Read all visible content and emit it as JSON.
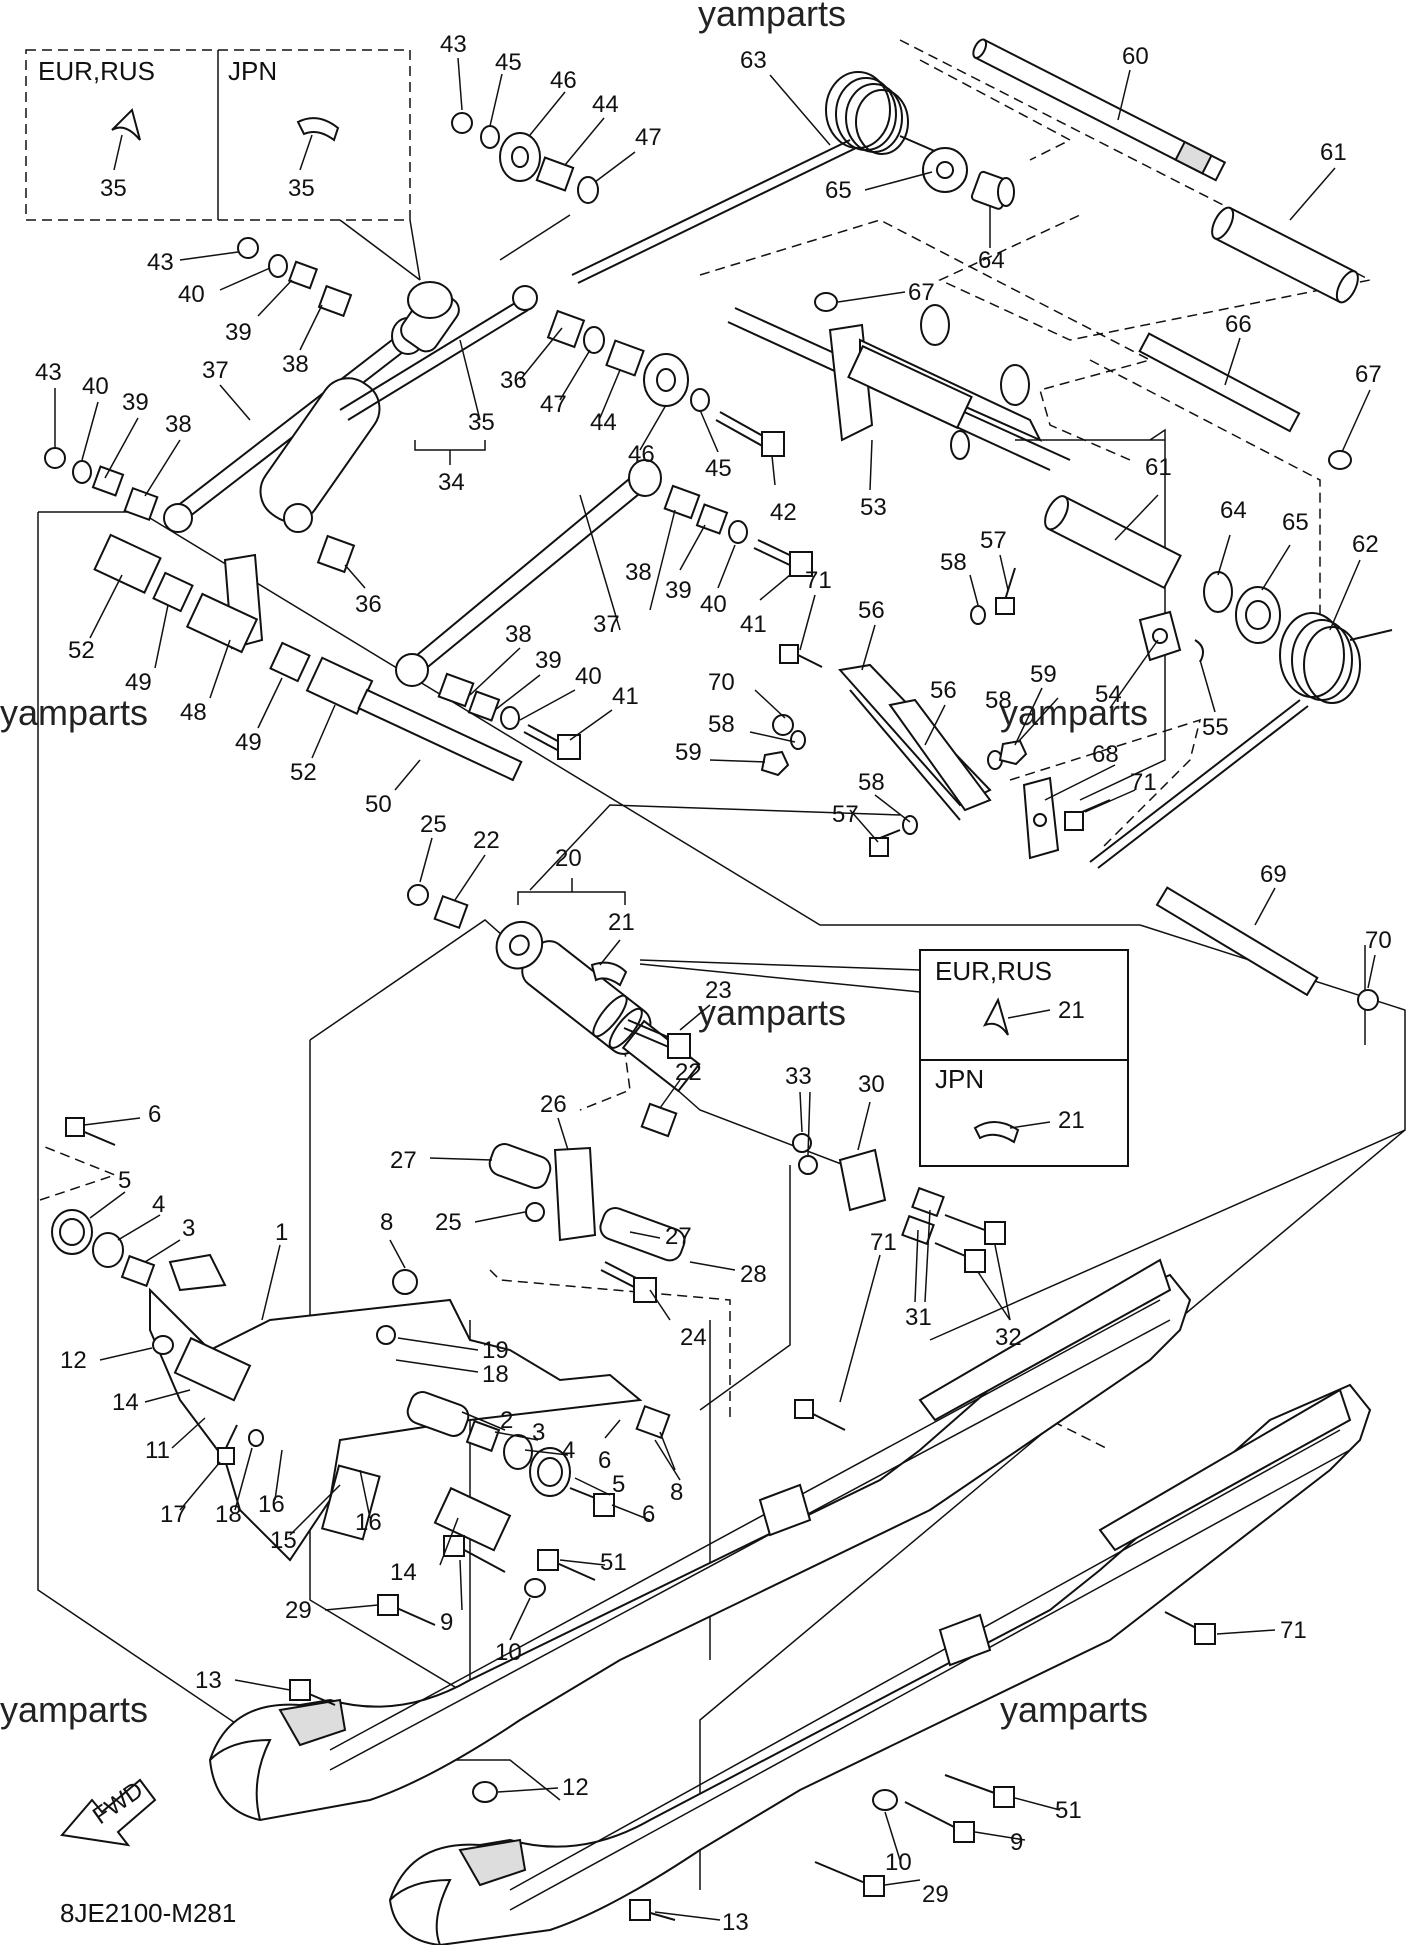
{
  "watermark": "yamparts",
  "diagram_code": "8JE2100-M281",
  "fwd_label": "FWD",
  "inset_top": {
    "left_title": "EUR,RUS",
    "right_title": "JPN",
    "part_left": "35",
    "part_right": "35"
  },
  "inset_mid": {
    "top_title": "EUR,RUS",
    "bottom_title": "JPN",
    "part_top": "21",
    "part_bottom": "21"
  },
  "callouts": [
    "1",
    "2",
    "3",
    "4",
    "5",
    "6",
    "8",
    "9",
    "10",
    "11",
    "12",
    "13",
    "14",
    "15",
    "16",
    "17",
    "18",
    "19",
    "20",
    "21",
    "22",
    "23",
    "24",
    "25",
    "26",
    "27",
    "28",
    "29",
    "30",
    "31",
    "32",
    "33",
    "34",
    "35",
    "36",
    "37",
    "38",
    "39",
    "40",
    "41",
    "42",
    "43",
    "44",
    "45",
    "46",
    "47",
    "48",
    "49",
    "50",
    "51",
    "52",
    "53",
    "54",
    "55",
    "56",
    "57",
    "58",
    "59",
    "60",
    "61",
    "62",
    "63",
    "64",
    "65",
    "66",
    "67",
    "68",
    "69",
    "70",
    "71"
  ]
}
